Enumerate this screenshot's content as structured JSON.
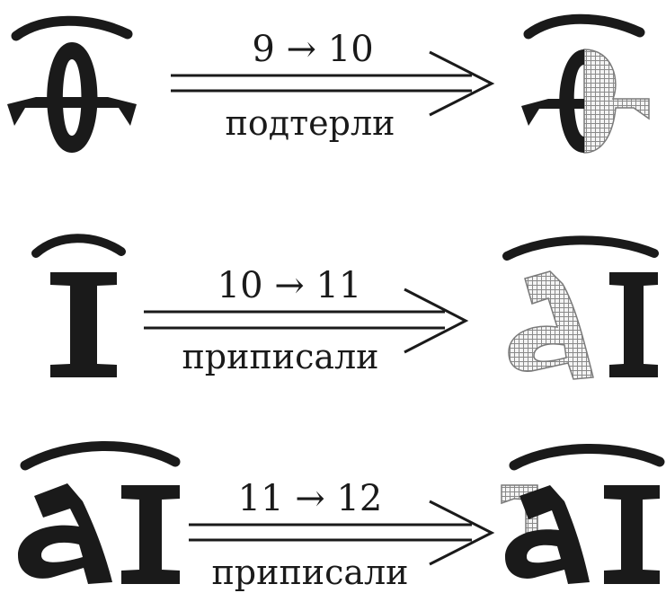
{
  "transforms": [
    {
      "from_to": "9 → 10",
      "action": "подтерли"
    },
    {
      "from_to": "10 → 11",
      "action": "приписали"
    },
    {
      "from_to": "11 → 12",
      "action": "приписали"
    }
  ],
  "colors": {
    "ink": "#1a1a1a",
    "ghost": "#9a9a9a"
  }
}
